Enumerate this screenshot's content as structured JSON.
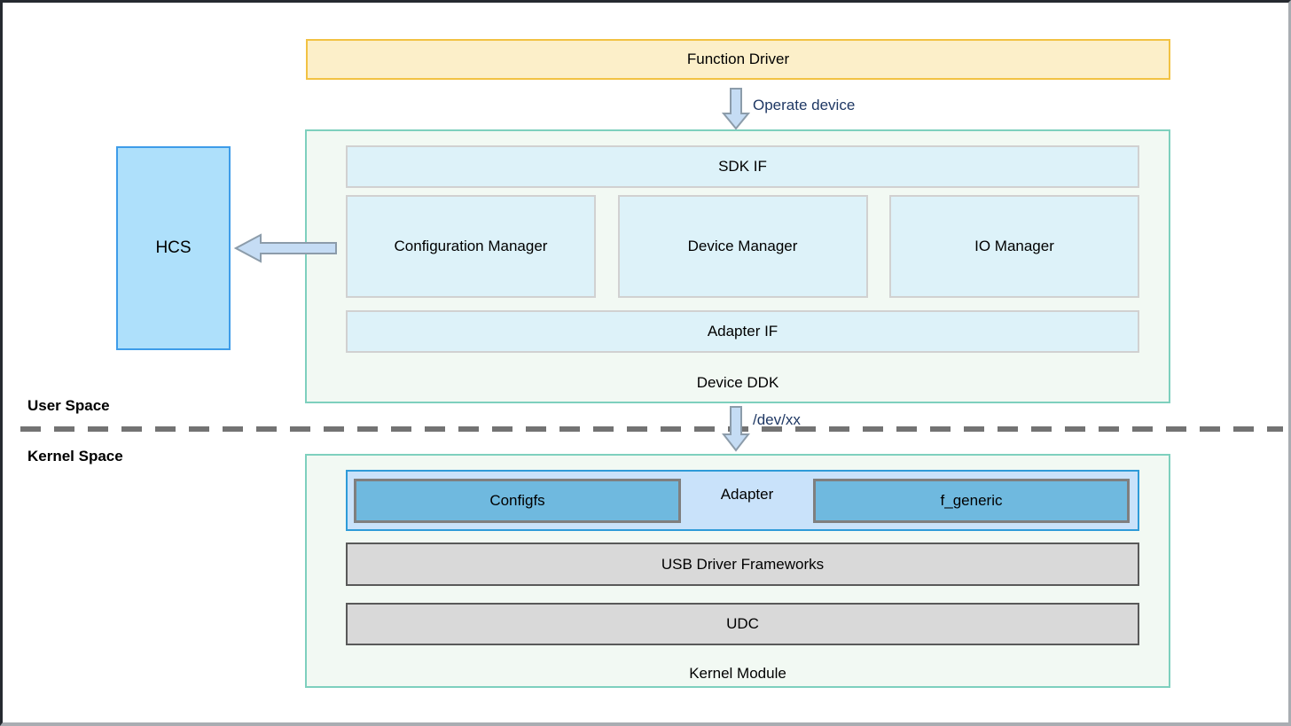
{
  "diagram": {
    "function_driver_label": "Function Driver",
    "arrows": {
      "operate_device": "Operate device",
      "dev_xx": "/dev/xx"
    },
    "hcs_label": "HCS",
    "space_labels": {
      "user": "User Space",
      "kernel": "Kernel Space"
    },
    "device_ddk": {
      "sdk_if": "SDK IF",
      "managers": [
        "Configuration Manager",
        "Device Manager",
        "IO Manager"
      ],
      "adapter_if": "Adapter IF",
      "caption": "Device DDK"
    },
    "kernel_module": {
      "adapter": {
        "configfs": "Configfs",
        "caption": "Adapter",
        "f_generic": "f_generic"
      },
      "usb_driver_frameworks": "USB Driver Frameworks",
      "udc": "UDC",
      "caption": "Kernel Module"
    },
    "colors": {
      "function_driver_fill": "#fcefc9",
      "function_driver_border": "#f2c243",
      "container_fill": "#f2f9f3",
      "container_border": "#7ed0be",
      "cyan_box_fill": "#ddf2f9",
      "cyan_box_border": "#d1d1d1",
      "hcs_fill": "#aee0fb",
      "hcs_border": "#3e9ce9",
      "adapter_fill": "#c9e2fa",
      "adapter_border": "#2e9bd8",
      "inner_blue_fill": "#6fb9df",
      "inner_blue_border": "#7f7f7f",
      "gray_box_fill": "#d9d9d9",
      "gray_box_border": "#595959",
      "arrow_fill": "#c5dcf4",
      "arrow_stroke": "#8c9caa",
      "arrow_label_color": "#1f3864",
      "divider_color": "#737373"
    }
  }
}
